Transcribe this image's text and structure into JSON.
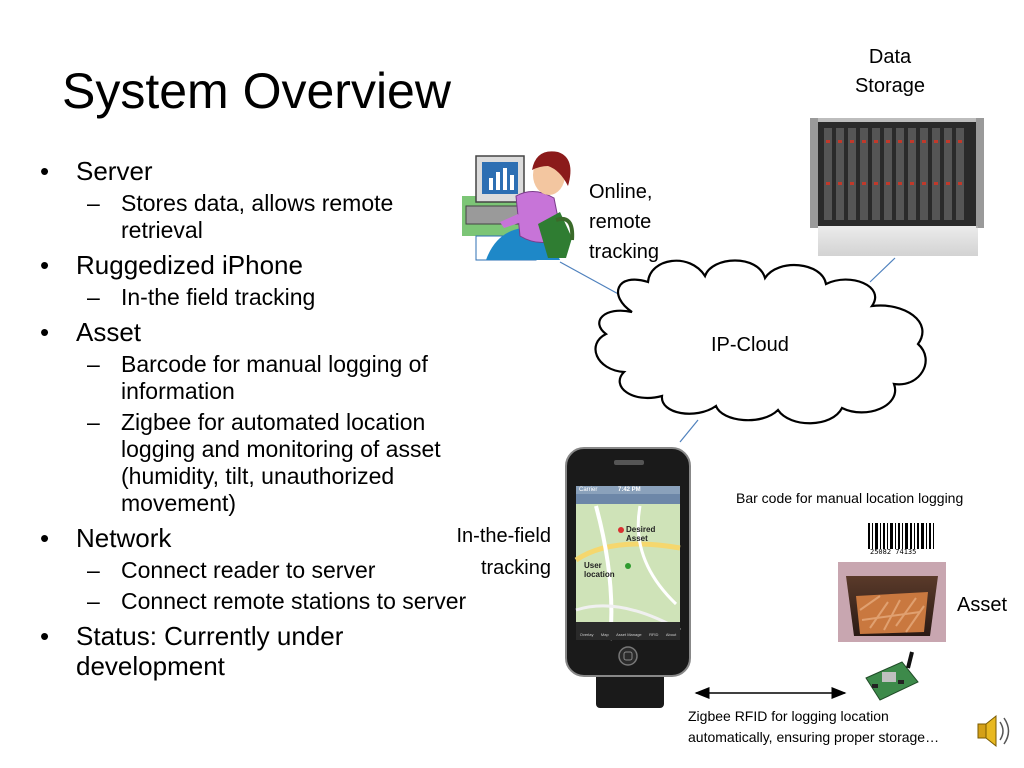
{
  "slide": {
    "title": "System Overview",
    "bullets": [
      {
        "text": "Server",
        "subs": [
          "Stores data, allows remote retrieval"
        ]
      },
      {
        "text": "Ruggedized iPhone",
        "subs": [
          "In-the field tracking"
        ]
      },
      {
        "text": "Asset",
        "subs": [
          "Barcode for manual logging of information",
          "Zigbee for automated location logging and monitoring of asset (humidity, tilt, unauthorized movement)"
        ]
      },
      {
        "text": "Network",
        "subs": [
          "Connect reader to server",
          "Connect remote stations to server"
        ]
      },
      {
        "text": "Status: Currently under development",
        "subs": []
      }
    ]
  },
  "diagram": {
    "data_storage_line1": "Data",
    "data_storage_line2": "Storage",
    "online_line1": "Online,",
    "online_line2": "remote",
    "online_line3": "tracking",
    "cloud_label": "IP-Cloud",
    "field_line1": "In-the-field",
    "field_line2": "tracking",
    "barcode_caption": "Bar code for manual location logging",
    "barcode_number": "25082 74135",
    "asset_label": "Asset",
    "zigbee_line1": "Zigbee RFID for logging location",
    "zigbee_line2": "automatically, ensuring proper storage…",
    "phone": {
      "carrier": "Carrier",
      "time": "7:42 PM",
      "desired_line1": "Desired",
      "desired_line2": "Asset",
      "user_line1": "User",
      "user_line2": "location",
      "tabs": [
        "Overlay",
        "Map",
        "Asset Manage",
        "RFID",
        "About"
      ]
    }
  },
  "colors": {
    "connector": "#4f81bd",
    "accent_pink": "#c040a0"
  }
}
